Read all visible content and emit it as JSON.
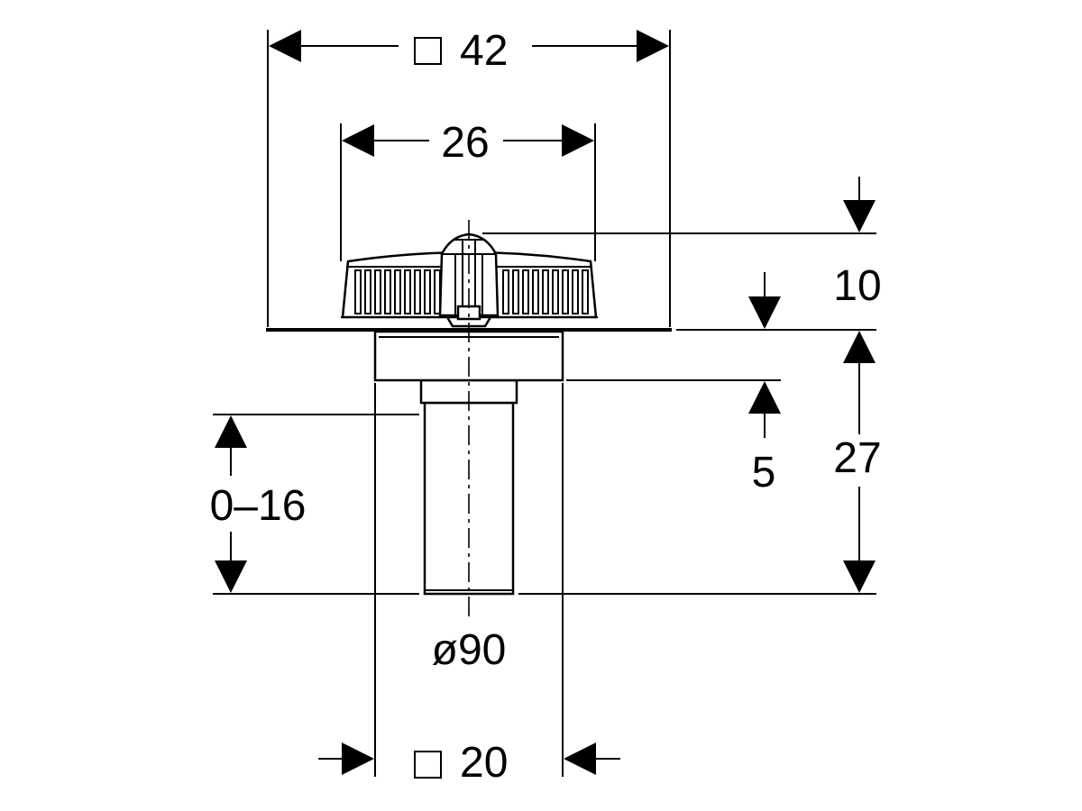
{
  "dimensions": {
    "plate_width": {
      "symbol": "□",
      "value": "42"
    },
    "grate_diameter": "26",
    "grate_height": "10",
    "overall_height": "27",
    "sleeve_depth": "5",
    "adjustment_range": "0–16",
    "pipe_diameter": "ø90",
    "body_width": {
      "symbol": "□",
      "value": "20"
    }
  }
}
